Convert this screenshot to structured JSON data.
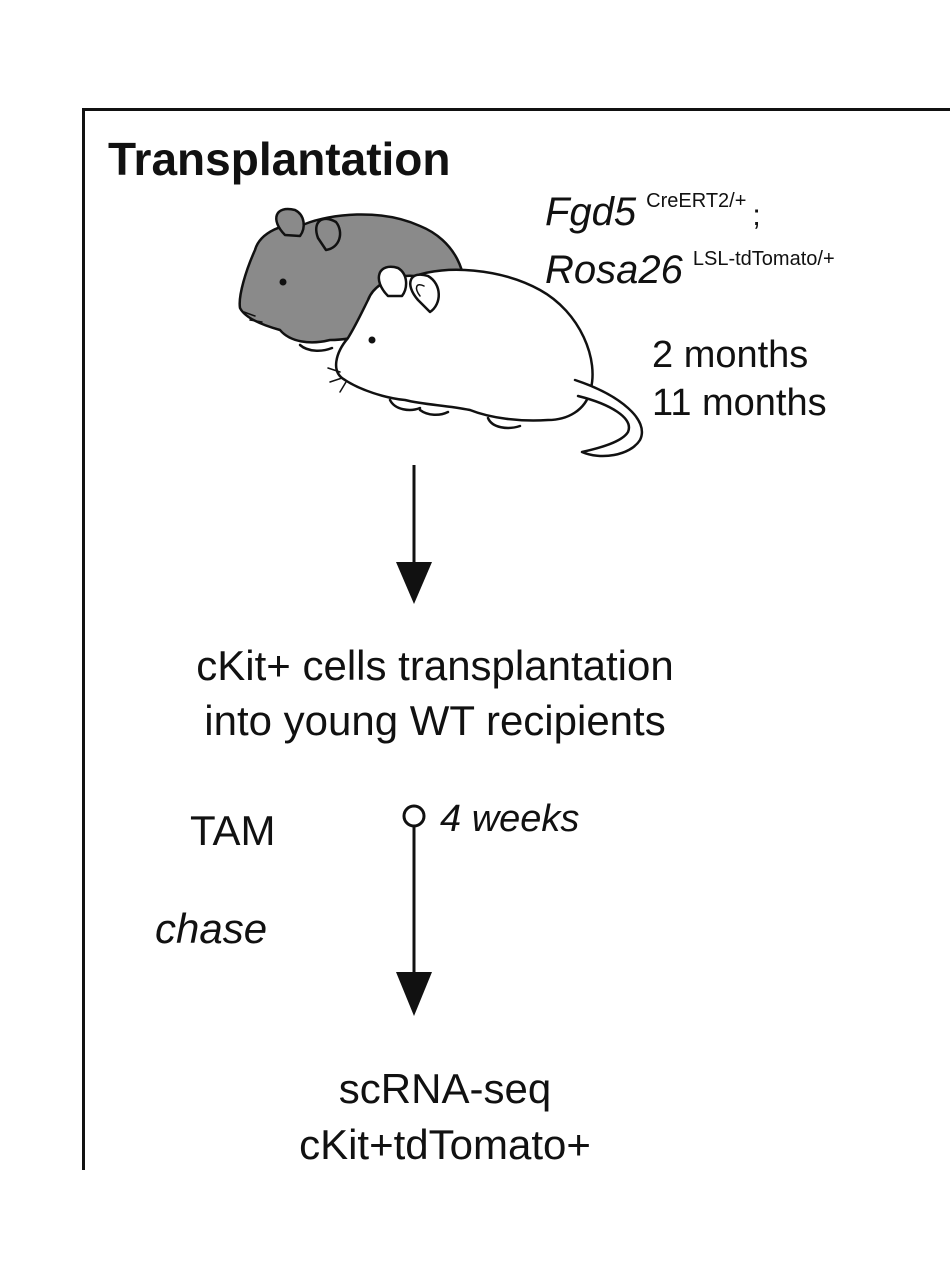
{
  "title": "Transplantation",
  "genotype": {
    "line1": {
      "gene": "Fgd5",
      "allele": "CreERT2/+",
      "separator": ";"
    },
    "line2": {
      "gene": "Rosa26",
      "allele": "LSL-tdTomato/+"
    }
  },
  "ages": [
    "2 months",
    "11 months"
  ],
  "step1": {
    "line1": "cKit+ cells transplantation",
    "line2": "into young WT recipients"
  },
  "treatment": "TAM",
  "chase_label": "chase",
  "duration": "4 weeks",
  "step2": {
    "line1": "scRNA-seq",
    "line2": "cKit+tdTomato+"
  },
  "colors": {
    "grey_mouse": "#8a8a8a",
    "white_mouse": "#ffffff",
    "ink": "#111111"
  },
  "icons": [
    "grey-mouse-icon",
    "white-mouse-icon",
    "down-arrow-icon",
    "timepoint-circle-icon"
  ]
}
